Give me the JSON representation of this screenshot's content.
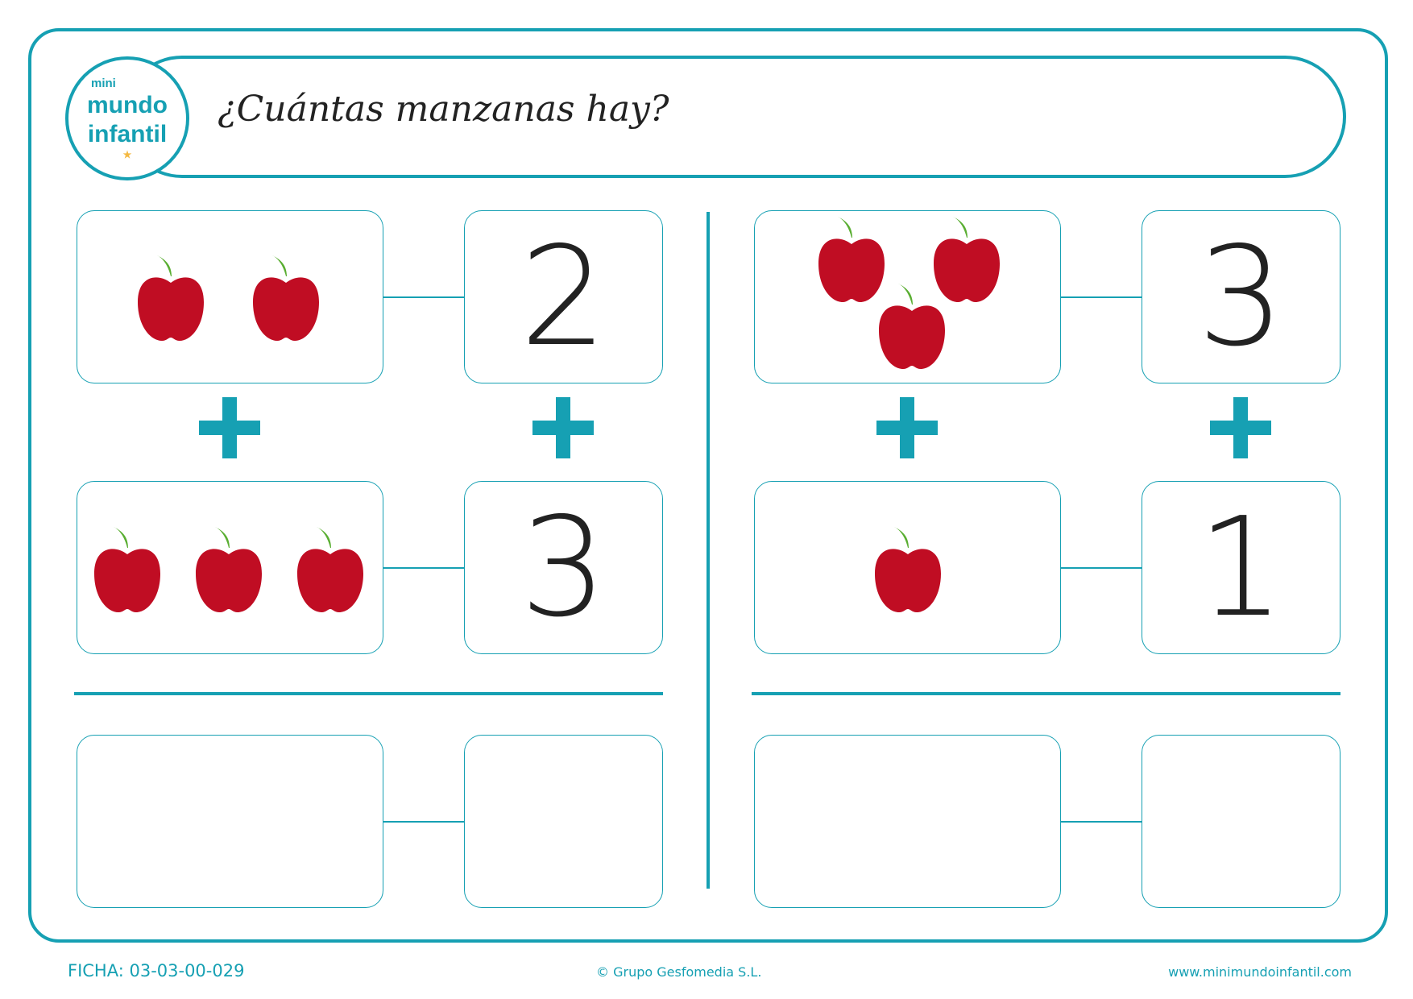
{
  "logo": {
    "line1": "mini",
    "line2": "mundo",
    "line3": "infantil"
  },
  "title": "¿Cuántas manzanas hay?",
  "exercises": [
    {
      "top_number": "2",
      "top_apples": 2,
      "bottom_number": "3",
      "bottom_apples": 3
    },
    {
      "top_number": "3",
      "top_apples": 3,
      "bottom_number": "1",
      "bottom_apples": 1
    }
  ],
  "footer": {
    "code": "FICHA: 03-03-00-029",
    "copyright": "© Grupo Gesfomedia S.L.",
    "website": "www.minimundoinfantil.com"
  },
  "colors": {
    "accent": "#16a0b3",
    "apple": "#c00d23",
    "leaf": "#5aae32"
  }
}
